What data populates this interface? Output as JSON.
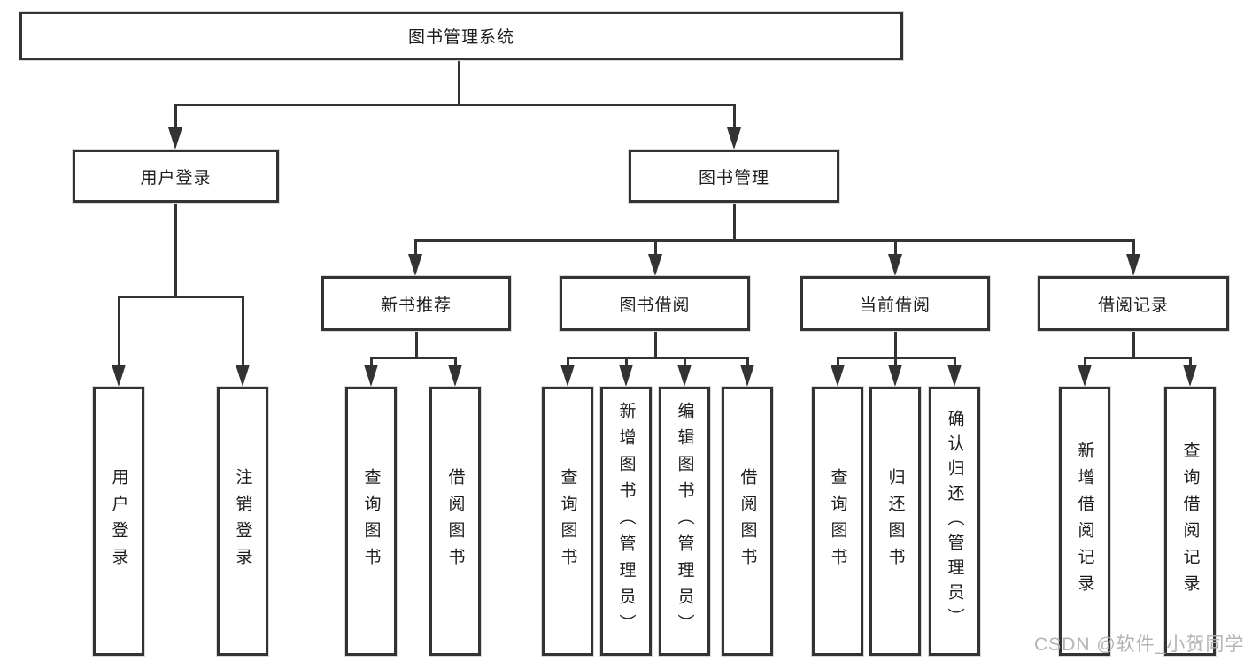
{
  "diagram": {
    "title": "图书管理系统",
    "level2": {
      "user_login": "用户登录",
      "book_management": "图书管理"
    },
    "level3": {
      "new_books": "新书推荐",
      "book_borrow": "图书借阅",
      "current_borrow": "当前借阅",
      "borrow_records": "借阅记录"
    },
    "leaves": {
      "user_login": "用户登录",
      "logout": "注销登录",
      "nb_query_books": "查询图书",
      "nb_borrow_books": "借阅图书",
      "bb_query_books": "查询图书",
      "bb_add_books": "新增图书（管理员）",
      "bb_edit_books": "编辑图书（管理员）",
      "bb_borrow_books": "借阅图书",
      "cb_query_books": "查询图书",
      "cb_return_books": "归还图书",
      "cb_confirm_return": "确认归还（管理员）",
      "rec_add": "新增借阅记录",
      "rec_query": "查询借阅记录"
    },
    "watermark": "CSDN @软件_小贺同学",
    "colors": {
      "line": "#333333",
      "text": "#1d1d1d",
      "watermark": "#b0b0b0"
    }
  }
}
